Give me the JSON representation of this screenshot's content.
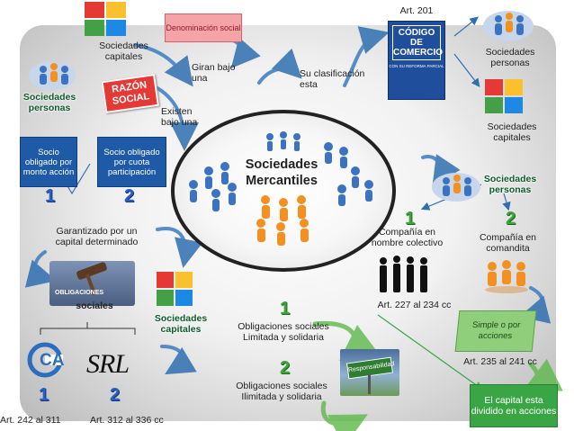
{
  "center": {
    "title_line1": "Sociedades",
    "title_line2": "Mercantiles"
  },
  "top": {
    "denominacion": "Denominación social",
    "soc_capitales": "Sociedades capitales",
    "giran": "Giran bajo una",
    "existen": "Existen bajo una",
    "clasificacion": "Su clasificación esta",
    "art201": "Art. 201",
    "razon_l1": "RAZÓN",
    "razon_l2": "SOCIAL",
    "codigo_l1": "CÓDIGO",
    "codigo_l2": "DE",
    "codigo_l3": "COMERCIO",
    "codigo_sub": "CON SU REFORMA PARCIAL"
  },
  "left": {
    "soc_personas": "Sociedades personas",
    "socio_monto": "Socio obligado por monto acción",
    "socio_cuota": "Socio obligado por cuota participación",
    "num1": "1",
    "num2": "2",
    "garantizado": "Garantizado por un capital determinado",
    "obligaciones_img": "OBLIGACIONES",
    "sociales": "sociales",
    "soc_capitales": "Sociedades capitales",
    "ca_logo": "CA",
    "srl_logo": "SRL",
    "b_num1": "1",
    "b_num2": "2",
    "art_242": "Art. 242 al 311",
    "art_312": "Art. 312 al 336 cc"
  },
  "right": {
    "soc_personas_top": "Sociedades personas",
    "soc_capitales_top": "Sociedades capitales",
    "soc_personas_mid": "Sociedades personas",
    "num1": "1",
    "num2": "2",
    "compania_colectivo": "Compañía en nombre colectivo",
    "compania_comandita": "Compañía en comandita",
    "art_227": "Art. 227 al 234 cc",
    "simple": "Simple o por acciones",
    "art_235": "Art. 235 al 241 cc",
    "capital_dividido": "El capital esta dividido en acciones"
  },
  "bottom": {
    "num1": "1",
    "num2": "2",
    "oblig_limitada": "Obligaciones sociales Limitada y solidaria",
    "oblig_ilimitada": "Obligaciones sociales Ilimitada y solidaria",
    "responsabilidad": "Responsabilidad"
  }
}
